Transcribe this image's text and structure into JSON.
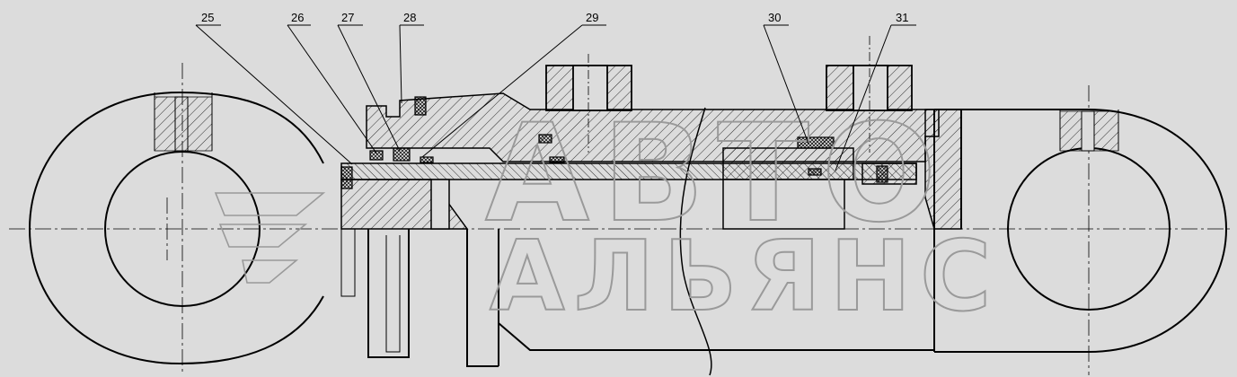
{
  "drawing": {
    "background": "#dcdcdc",
    "line_color": "#000000",
    "callouts": [
      "25",
      "26",
      "27",
      "28",
      "29",
      "30",
      "31"
    ]
  },
  "watermark": {
    "line1": "АВТО",
    "line2": "АЛЬЯНС",
    "color": "#9a9a9a"
  }
}
